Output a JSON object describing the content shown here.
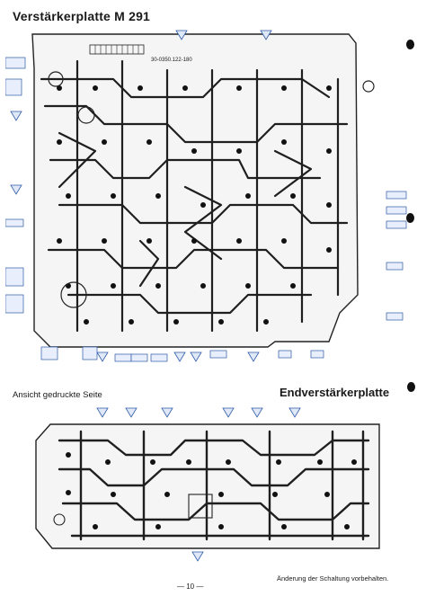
{
  "document": {
    "title": "Verstärkerplatte M 291",
    "section_left_caption": "Ansicht gedruckte Seite",
    "section_right_title": "Endverstärkerplatte",
    "footnote": "Änderung der Schaltung vorbehalten.",
    "page_number": "— 10 —",
    "board_id": "30-0350.122-180",
    "colors": {
      "ink": "#1a1a1a",
      "annotation_blue": "#2e5aa8",
      "paper": "#ffffff"
    }
  }
}
